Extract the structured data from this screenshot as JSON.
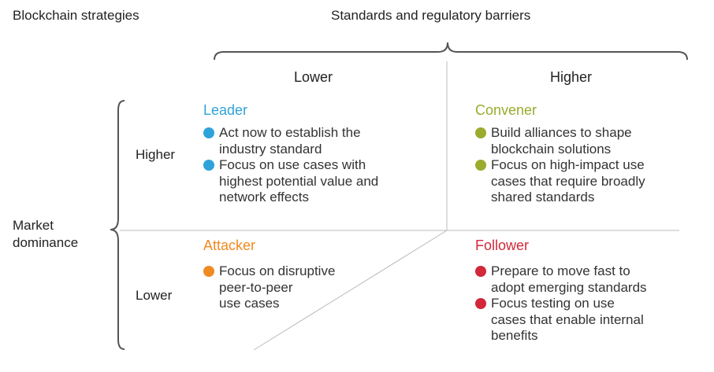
{
  "header": {
    "title": "Blockchain strategies",
    "column_title": "Standards and regulatory barriers"
  },
  "columns": [
    "Lower",
    "Higher"
  ],
  "row_axis": {
    "title_line1": "Market",
    "title_line2": "dominance",
    "rows": [
      "Higher",
      "Lower"
    ]
  },
  "colors": {
    "leader": "#2ea3d9",
    "convener": "#9aab2e",
    "attacker": "#f08a23",
    "follower": "#d1283a",
    "lines": "#bbbbbb",
    "braces": "#555555"
  },
  "quadrants": {
    "leader": {
      "title": "Leader",
      "bullets": [
        {
          "l1": "Act now to establish the",
          "l2": "industry standard"
        },
        {
          "l1": "Focus on use cases with",
          "l2": "highest potential value and",
          "l3": "network effects"
        }
      ]
    },
    "convener": {
      "title": "Convener",
      "bullets": [
        {
          "l1": "Build alliances to shape",
          "l2": "blockchain solutions"
        },
        {
          "l1": "Focus on high-impact use",
          "l2": "cases that require broadly",
          "l3": "shared standards"
        }
      ]
    },
    "attacker": {
      "title": "Attacker",
      "bullets": [
        {
          "l1": "Focus on disruptive",
          "l2": "peer-to-peer",
          "l3": "use cases"
        }
      ]
    },
    "follower": {
      "title": "Follower",
      "bullets": [
        {
          "l1": "Prepare to move fast to",
          "l2": "adopt emerging standards"
        },
        {
          "l1": "Focus testing on use",
          "l2": "cases that enable internal",
          "l3": "benefits"
        }
      ]
    }
  }
}
